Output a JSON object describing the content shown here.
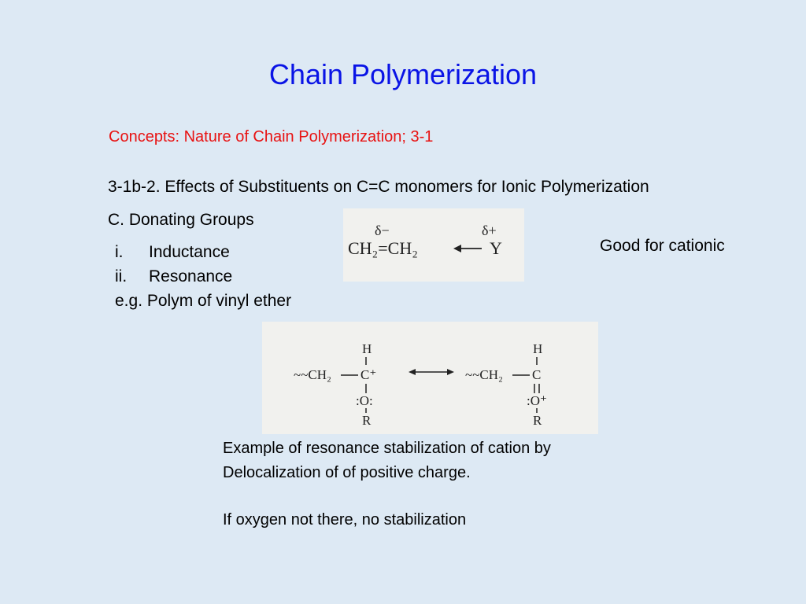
{
  "slide": {
    "title": "Chain Polymerization",
    "concepts": "Concepts:  Nature of Chain Polymerization; 3-1",
    "section": "3-1b-2.  Effects of Substituents on C=C monomers for Ionic Polymerization",
    "subsection": "C.  Donating Groups",
    "list": [
      {
        "marker": "i.",
        "text": "Inductance"
      },
      {
        "marker": "ii.",
        "text": "Resonance"
      }
    ],
    "example": "e.g.  Polym of vinyl ether",
    "good_for": "Good for cationic",
    "caption_line1": "Example of resonance stabilization of cation by",
    "caption_line2": "Delocalization of of positive charge.",
    "caption_line3": "If oxygen not there, no stabilization"
  },
  "formula1": {
    "delta_minus": "δ−",
    "delta_plus": "δ+",
    "monomer": "CH₂=CH₂",
    "substituent": "Y"
  },
  "formula2": {
    "left": {
      "chain": "~~CH₂",
      "top": "H",
      "carbon": "C⁺",
      "oxygen": ":O:",
      "r": "R"
    },
    "right": {
      "chain": "~~CH₂",
      "top": "H",
      "carbon": "C",
      "oxygen": ":O⁺",
      "r": "R"
    }
  }
}
